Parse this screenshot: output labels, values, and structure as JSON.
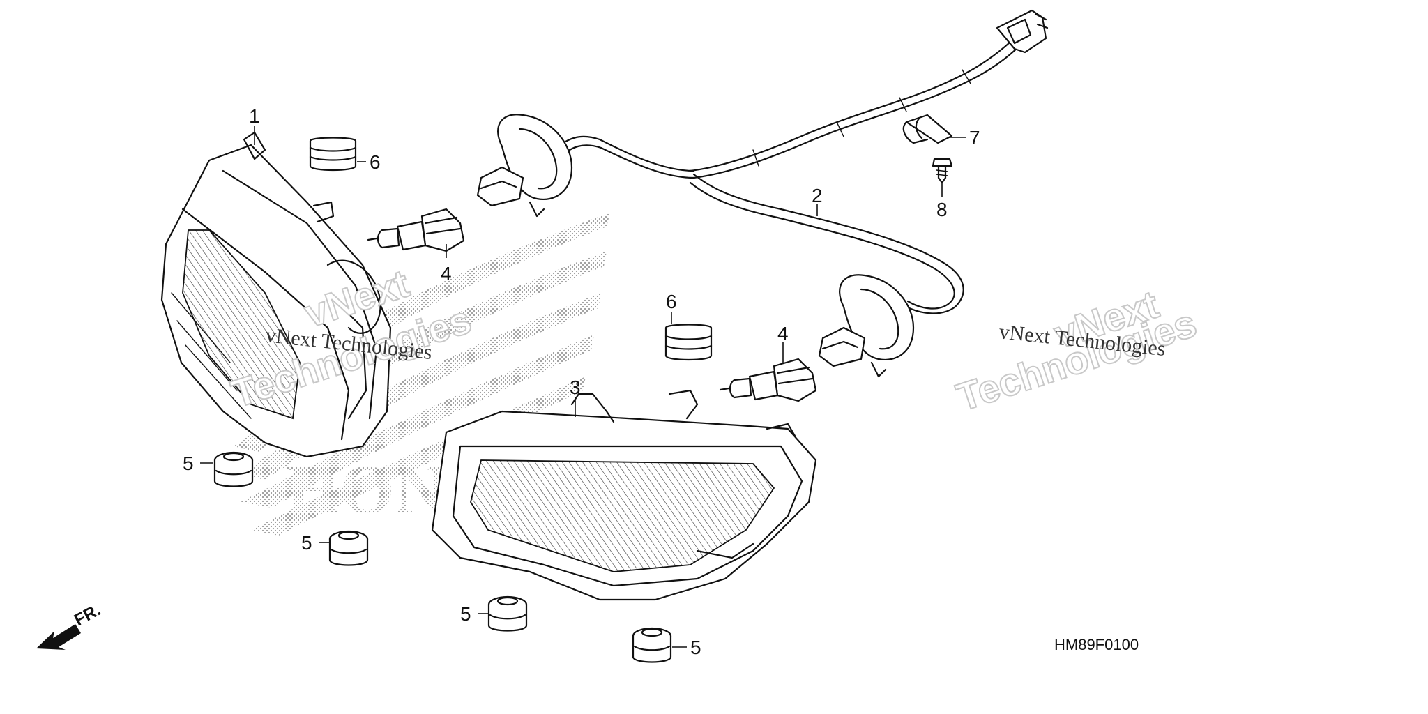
{
  "diagram": {
    "drawing_code": "HM89F0100",
    "front_arrow_label": "FR.",
    "watermark": {
      "line1": "vNext Technologies",
      "outline_line1": "vNext",
      "outline_line2": "Technologies"
    },
    "logo_letters": "HON",
    "callouts": [
      {
        "id": "c1",
        "label": "1"
      },
      {
        "id": "c2",
        "label": "2"
      },
      {
        "id": "c3",
        "label": "3"
      },
      {
        "id": "c4a",
        "label": "4"
      },
      {
        "id": "c4b",
        "label": "4"
      },
      {
        "id": "c5a",
        "label": "5"
      },
      {
        "id": "c5b",
        "label": "5"
      },
      {
        "id": "c5c",
        "label": "5"
      },
      {
        "id": "c5d",
        "label": "5"
      },
      {
        "id": "c6a",
        "label": "6"
      },
      {
        "id": "c6b",
        "label": "6"
      },
      {
        "id": "c7",
        "label": "7"
      },
      {
        "id": "c8",
        "label": "8"
      }
    ]
  }
}
